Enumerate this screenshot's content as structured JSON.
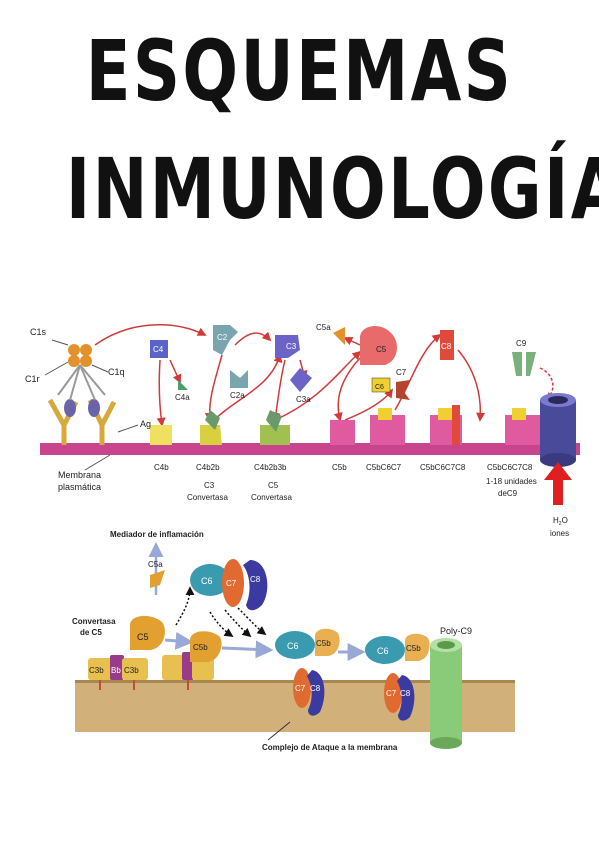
{
  "title": {
    "line1": "ESQUEMAS",
    "line2": "INMUNOLOGÍA"
  },
  "diagram1": {
    "labels": {
      "c1s": "C1s",
      "c1r": "C1r",
      "c1q": "C1q",
      "ag": "Ag",
      "membrane_line1": "Membrana",
      "membrane_line2": "plasmática",
      "c4": "C4",
      "c4a": "C4a",
      "c2": "C2",
      "c2a": "C2a",
      "c3": "C3",
      "c3a": "C3a",
      "c5a": "C5a",
      "c5": "C5",
      "c6": "C6",
      "c7": "C7",
      "c8": "C8",
      "c9": "C9",
      "c4b": "C4b",
      "c4b2b": "C4b2b",
      "c3_convertasa_1": "C3",
      "c3_convertasa_2": "Convertasa",
      "c4b2b3b": "C4b2b3b",
      "c5_convertasa_1": "C5",
      "c5_convertasa_2": "Convertasa",
      "c5b": "C5b",
      "c5bc6c7": "C5bC6C7",
      "c5bc6c7c8": "C5bC6C7C8",
      "c5bc6c7c8_2": "C5bC6C7C8",
      "c9units_1": "1-18 unidades",
      "c9units_2": "deC9",
      "h2o": "H",
      "h2o_sub": "2",
      "h2o_o": "O",
      "iones": "iones"
    }
  },
  "diagram2": {
    "labels": {
      "mediador": "Mediador de inflamación",
      "c5a": "C5a",
      "convertasa_1": "Convertasa",
      "convertasa_2": "de C5",
      "c5": "C5",
      "c3b_1": "C3b",
      "bb": "Bb",
      "c3b_2": "C3b",
      "c5b_1": "C5b",
      "c6_top": "C6",
      "c7_top": "C7",
      "c8_top": "C8",
      "c6_mid": "C6",
      "c5b_mid": "C5b",
      "c7_mid": "C7",
      "c8_mid": "C8",
      "c6_right": "C6",
      "c5b_right": "C5b",
      "c7_right": "C7",
      "c8_right": "C8",
      "polyc9": "Poly-C9",
      "complejo": "Complejo de Ataque a la membrana"
    }
  }
}
